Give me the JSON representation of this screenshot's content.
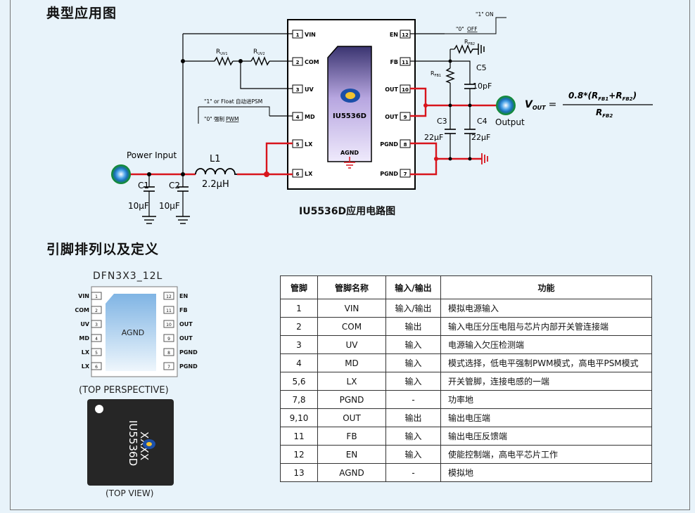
{
  "section1_title": "典型应用图",
  "section2_title": "引脚排列以及定义",
  "circuit": {
    "caption": "IU5536D应用电路图",
    "chip_name": "IU5536D",
    "chip_agnd": "AGND",
    "left_pins": [
      {
        "num": "1",
        "name": "VIN"
      },
      {
        "num": "2",
        "name": "COM"
      },
      {
        "num": "3",
        "name": "UV"
      },
      {
        "num": "4",
        "name": "MD"
      },
      {
        "num": "5",
        "name": "LX"
      },
      {
        "num": "6",
        "name": "LX"
      }
    ],
    "right_pins": [
      {
        "num": "12",
        "name": "EN"
      },
      {
        "num": "11",
        "name": "FB"
      },
      {
        "num": "10",
        "name": "OUT"
      },
      {
        "num": "9",
        "name": "OUT"
      },
      {
        "num": "8",
        "name": "PGND"
      },
      {
        "num": "7",
        "name": "PGND"
      }
    ],
    "power_input": "Power Input",
    "l1": "L1",
    "l1_value": "2.2µH",
    "c1": "C1",
    "c1_value": "10µF",
    "c2": "C2",
    "c2_value": "10µF",
    "ruv1": "R",
    "ruv1_sub": "UV1",
    "ruv2": "R",
    "ruv2_sub": "UV2",
    "md_label1": "\"1\" or Float 自动进PSM",
    "md_label2_a": "\"0\" 强制",
    "md_label2_b": "PWM",
    "en_on": "\"1\"  ON",
    "en_off_a": "\"0\"",
    "en_off_b": "OFF",
    "rfb1": "R",
    "rfb1_sub": "FB1",
    "rfb2": "R",
    "rfb2_sub": "FB2",
    "c5": "C5",
    "c5_value": "10pF",
    "c3": "C3",
    "c3_value": "22µF",
    "c4": "C4",
    "c4_value": "22µF",
    "output": "Output",
    "vout": "V",
    "vout_sub": "OUT",
    "vout_eq": "=",
    "formula_num_a": "0.8*(R",
    "formula_num_fb1": "FB1",
    "formula_num_b": "+R",
    "formula_num_fb2": "FB2",
    "formula_num_c": ")",
    "formula_den": "R",
    "formula_den_sub": "FB2"
  },
  "package": {
    "name": "DFN3X3_12L",
    "center": "AGND",
    "left_pins": [
      {
        "num": "1",
        "name": "VIN"
      },
      {
        "num": "2",
        "name": "COM"
      },
      {
        "num": "3",
        "name": "UV"
      },
      {
        "num": "4",
        "name": "MD"
      },
      {
        "num": "5",
        "name": "LX"
      },
      {
        "num": "6",
        "name": "LX"
      }
    ],
    "right_pins": [
      {
        "num": "12",
        "name": "EN"
      },
      {
        "num": "11",
        "name": "FB"
      },
      {
        "num": "10",
        "name": "OUT"
      },
      {
        "num": "9",
        "name": "OUT"
      },
      {
        "num": "8",
        "name": "PGND"
      },
      {
        "num": "7",
        "name": "PGND"
      }
    ],
    "perspective_label": "(TOP PERSPECTIVE)",
    "marking1": "IU5536D",
    "marking2": "XXXX",
    "topview_label": "(TOP VIEW)"
  },
  "table": {
    "headers": [
      "管脚",
      "管脚名称",
      "输入/输出",
      "功能"
    ],
    "rows": [
      {
        "pin": "1",
        "name": "VIN",
        "io": "输入/输出",
        "func": "模拟电源输入"
      },
      {
        "pin": "2",
        "name": "COM",
        "io": "输出",
        "func": "输入电压分压电阻与芯片内部开关管连接端"
      },
      {
        "pin": "3",
        "name": "UV",
        "io": "输入",
        "func": "电源输入欠压检测端"
      },
      {
        "pin": "4",
        "name": "MD",
        "io": "输入",
        "func": "模式选择，低电平强制PWM模式，高电平PSM模式"
      },
      {
        "pin": "5,6",
        "name": "LX",
        "io": "输入",
        "func": "开关管脚，连接电感的一端"
      },
      {
        "pin": "7,8",
        "name": "PGND",
        "io": "-",
        "func": "功率地"
      },
      {
        "pin": "9,10",
        "name": "OUT",
        "io": "输出",
        "func": "输出电压端"
      },
      {
        "pin": "11",
        "name": "FB",
        "io": "输入",
        "func": "输出电压反馈端"
      },
      {
        "pin": "12",
        "name": "EN",
        "io": "输入",
        "func": "使能控制端，高电平芯片工作"
      },
      {
        "pin": "13",
        "name": "AGND",
        "io": "-",
        "func": "模拟地"
      }
    ]
  },
  "colors": {
    "red_trace": "#d8141c",
    "chip_fill": "#ffffff",
    "die_top": "#c8b8e8",
    "pad_blue": "#9cc4ea",
    "background": "#e8f3fa"
  }
}
